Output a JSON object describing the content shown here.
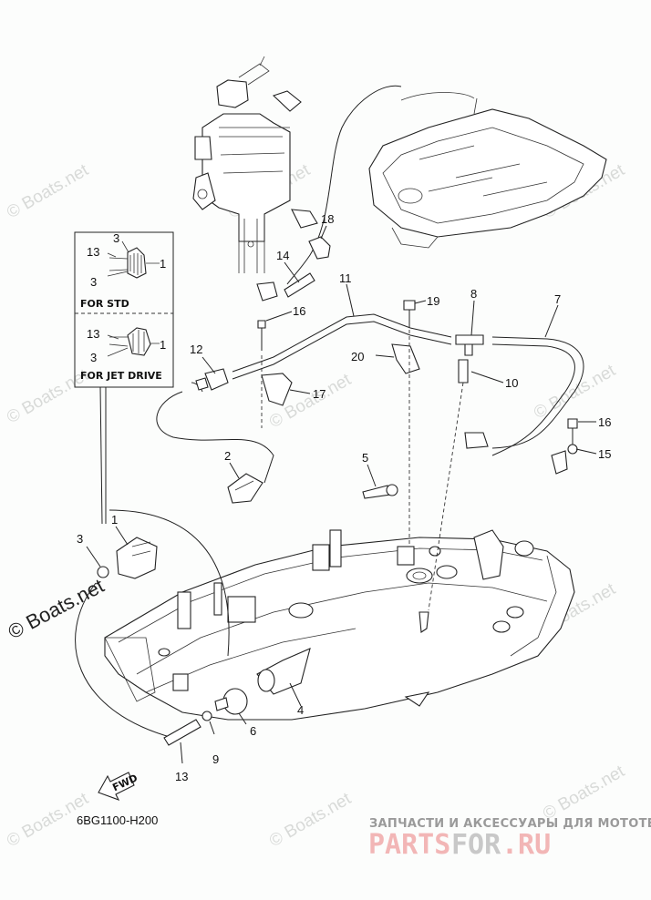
{
  "diagram": {
    "title_code": "6BG1100-H200",
    "fwd_label": "FWD",
    "inset": {
      "std_label": "FOR STD",
      "jet_label": "FOR JET DRIVE",
      "std_callouts": [
        "3",
        "13",
        "3",
        "1"
      ],
      "jet_callouts": [
        "13",
        "3",
        "1"
      ]
    },
    "callouts": [
      {
        "id": "1",
        "text": "1"
      },
      {
        "id": "2",
        "text": "2"
      },
      {
        "id": "3",
        "text": "3"
      },
      {
        "id": "4",
        "text": "4"
      },
      {
        "id": "5",
        "text": "5"
      },
      {
        "id": "6",
        "text": "6"
      },
      {
        "id": "7",
        "text": "7"
      },
      {
        "id": "8",
        "text": "8"
      },
      {
        "id": "9",
        "text": "9"
      },
      {
        "id": "10",
        "text": "10"
      },
      {
        "id": "11",
        "text": "11"
      },
      {
        "id": "12",
        "text": "12"
      },
      {
        "id": "13",
        "text": "13"
      },
      {
        "id": "14",
        "text": "14"
      },
      {
        "id": "15",
        "text": "15"
      },
      {
        "id": "16a",
        "text": "16"
      },
      {
        "id": "16b",
        "text": "16"
      },
      {
        "id": "17",
        "text": "17"
      },
      {
        "id": "18",
        "text": "18"
      },
      {
        "id": "19",
        "text": "19"
      },
      {
        "id": "20",
        "text": "20"
      }
    ]
  },
  "watermarks": {
    "light": "© Boats.net",
    "dark": "© Boats.net"
  },
  "promo": {
    "tagline": "ЗАПЧАСТИ И АКСЕССУАРЫ ДЛЯ МОТОТЕХНИКИ",
    "brand_part1": "PARTS",
    "brand_part2": "FOR",
    "brand_part3": ".RU",
    "colors": {
      "red": "#f2b6b6",
      "gray": "#c8c8c8"
    }
  }
}
